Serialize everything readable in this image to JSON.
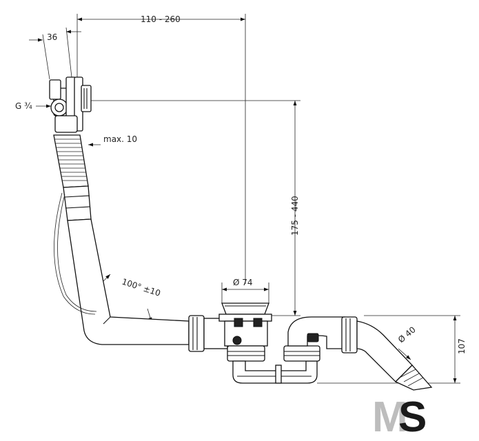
{
  "dimensions": {
    "top_span": "110 - 260",
    "top_small": "36",
    "thread": "G ¾",
    "gap": "max. 10",
    "height_span": "175 - 440",
    "angle": "100° ±10",
    "drain_diameter": "Ø 74",
    "pipe_diameter": "Ø 40",
    "trap_height": "107"
  },
  "logo": {
    "letters": "MS"
  },
  "colors": {
    "line": "#111111",
    "logo_dark": "#1a1a1a",
    "logo_light": "#bdbdbd"
  }
}
